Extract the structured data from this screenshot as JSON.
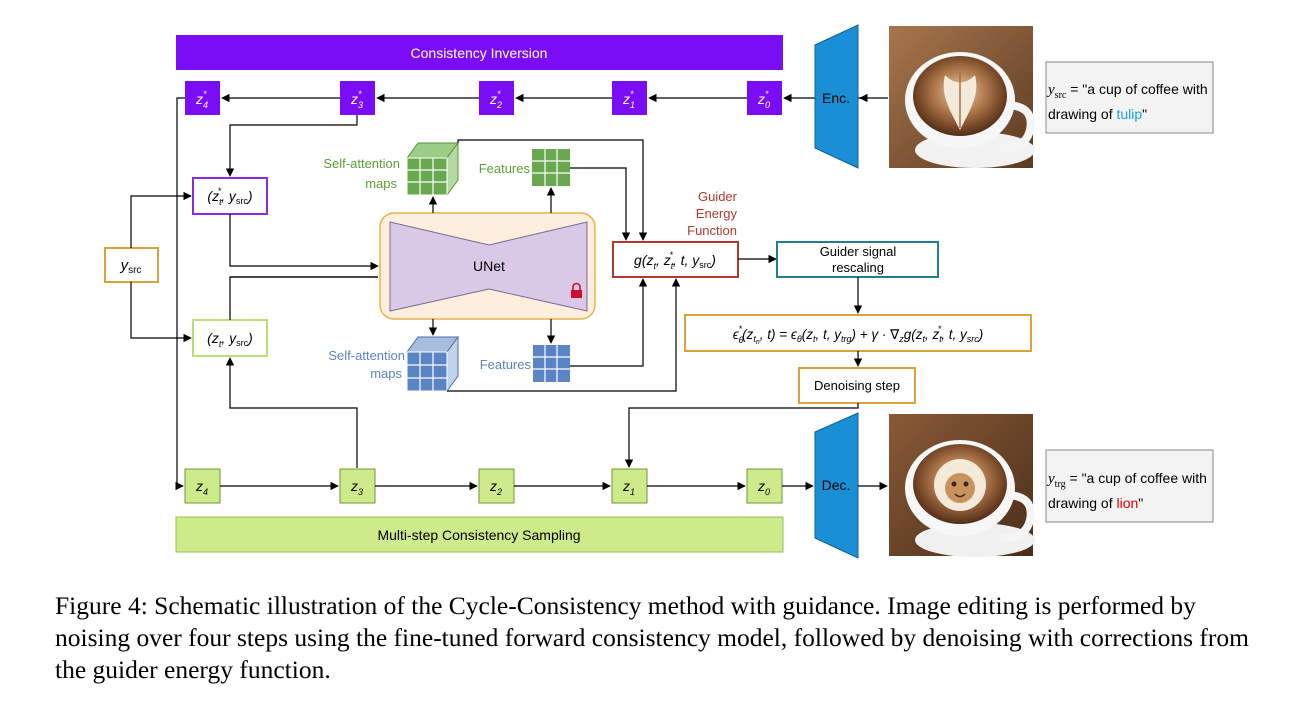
{
  "banners": {
    "inversion": "Consistency Inversion",
    "sampling": "Multi-step Consistency Sampling"
  },
  "latents_top": [
    {
      "base": "z",
      "sub": "4",
      "sup": "*"
    },
    {
      "base": "z",
      "sub": "3",
      "sup": "*"
    },
    {
      "base": "z",
      "sub": "2",
      "sup": "*"
    },
    {
      "base": "z",
      "sub": "1",
      "sup": "*"
    },
    {
      "base": "z",
      "sub": "0",
      "sup": "*"
    }
  ],
  "latents_bottom": [
    {
      "base": "z",
      "sub": "4"
    },
    {
      "base": "z",
      "sub": "3"
    },
    {
      "base": "z",
      "sub": "2"
    },
    {
      "base": "z",
      "sub": "1"
    },
    {
      "base": "z",
      "sub": "0"
    }
  ],
  "encoder_label": "Enc.",
  "decoder_label": "Dec.",
  "unet_label": "UNet",
  "ysrc_label": "y",
  "ysrc_sub": "src",
  "input_top": "(z*t, ysrc)",
  "input_bottom": "(zt, ysrc)",
  "self_attention_top": [
    "Self-attention",
    "maps"
  ],
  "self_attention_bottom": [
    "Self-attention",
    "maps"
  ],
  "features_top": "Features",
  "features_bottom": "Features",
  "guider_title": [
    "Guider",
    "Energy",
    "Function"
  ],
  "guider_fn": "g(zt, z*t, t, ysrc)",
  "rescaling": [
    "Guider signal",
    "rescaling"
  ],
  "epsilon_formula": "ε*θ(zt_n, t) = εθ(zt, t, ytrg) + γ · ∇z g(zt, z*t, t, ysrc)",
  "denoising_step": "Denoising step",
  "src_prompt": {
    "pre": "= \"a cup of coffee with drawing of ",
    "word": "tulip",
    "post": "\""
  },
  "trg_prompt": {
    "pre": "= \"a cup of coffee with drawing of ",
    "word": "lion",
    "post": "\""
  },
  "caption": "Figure 4: Schematic illustration of the Cycle-Consistency method with guidance. Image editing is performed by noising over four steps using the fine-tuned forward consistency model, followed by denoising with corrections from the guider energy function.",
  "colors": {
    "inversion": "#7a0df5",
    "sampling": "#cdeb8b",
    "encoder": "#1a8fd6",
    "green_grid": "#6aa84f",
    "blue_grid": "#5b84c4",
    "guider_text": "#b03a2e",
    "rescale_border": "#1f7f8f",
    "gold": "#d8a33c",
    "tulip": "#1ea0e0",
    "lion": "#e00000"
  }
}
